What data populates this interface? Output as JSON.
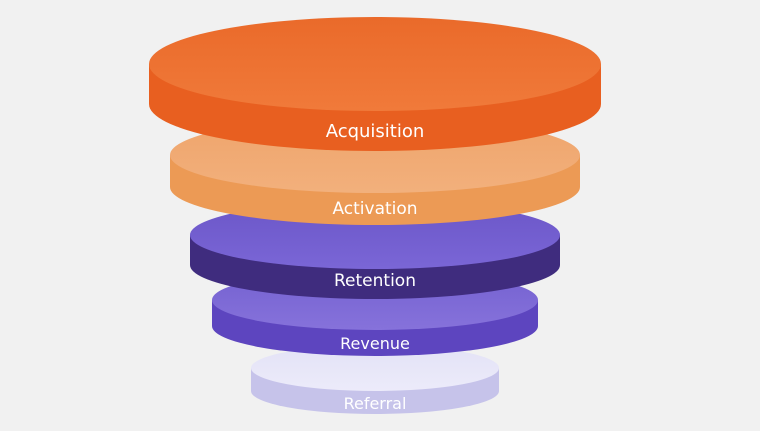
{
  "diagram": {
    "layers": [
      {
        "label": "Acquisition",
        "top": "#f07a3a",
        "topDark": "#ea6a2a",
        "side": "#e85f20",
        "text": "#ffffff"
      },
      {
        "label": "Activation",
        "top": "#f2b07c",
        "topDark": "#efa46b",
        "side": "#ec9a55",
        "text": "#ffffff"
      },
      {
        "label": "Retention",
        "top": "#7a66d6",
        "topDark": "#6b56c8",
        "side": "#3f2c7e",
        "text": "#ffffff"
      },
      {
        "label": "Revenue",
        "top": "#8672db",
        "topDark": "#7461d0",
        "side": "#5d45bf",
        "text": "#ffffff"
      },
      {
        "label": "Referral",
        "top": "#ecebfa",
        "topDark": "#e3e2f6",
        "side": "#c6c3ea",
        "text": "#ffffff"
      }
    ]
  }
}
